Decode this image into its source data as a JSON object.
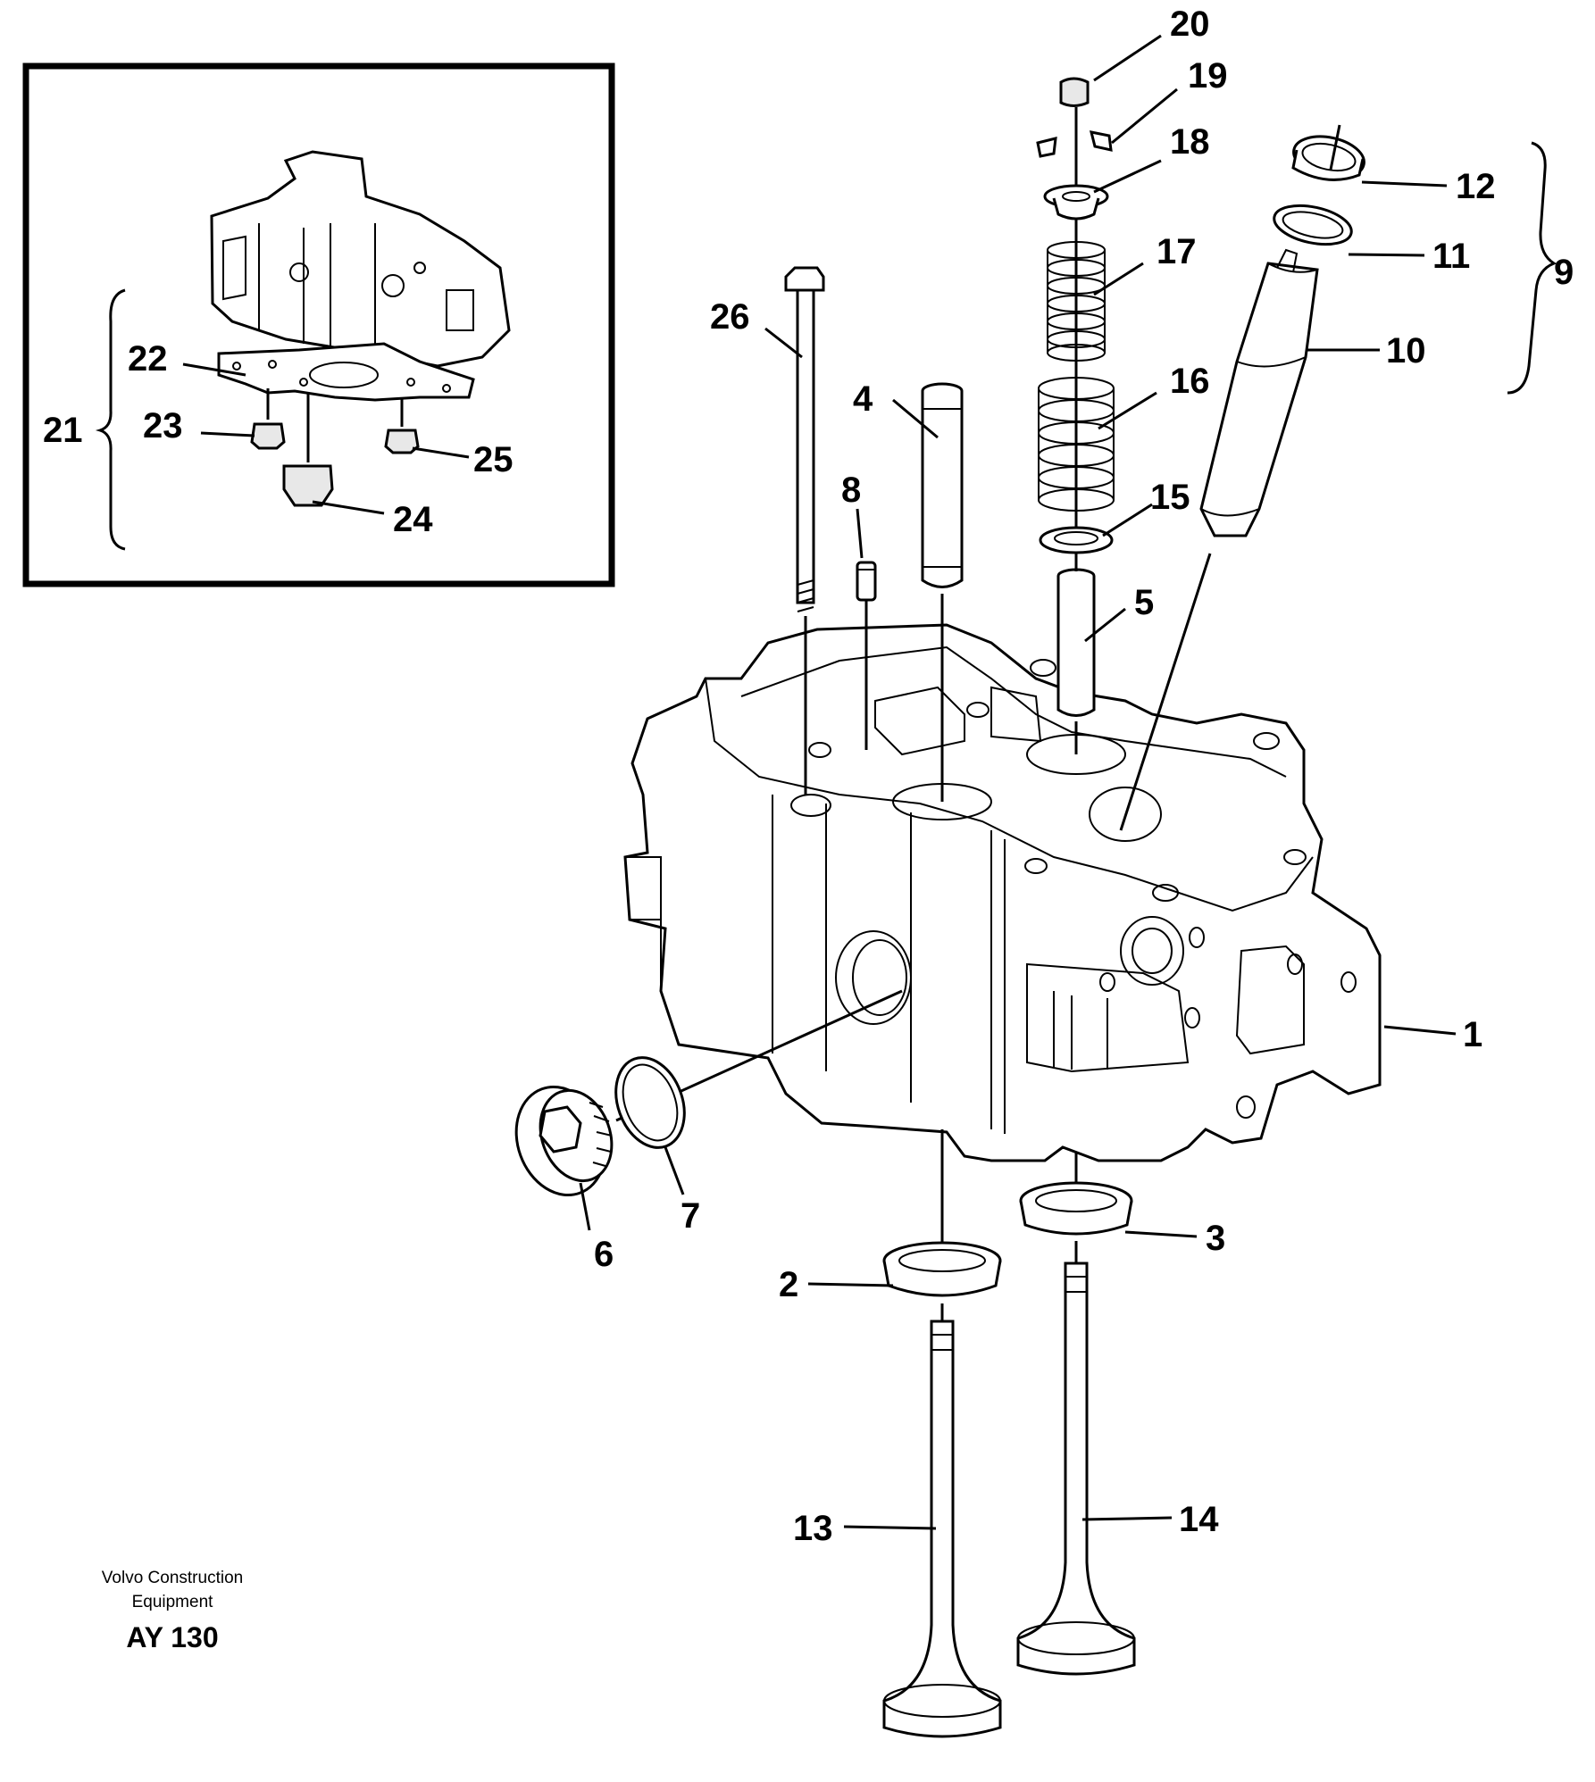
{
  "callouts": {
    "c1": "1",
    "c2": "2",
    "c3": "3",
    "c4": "4",
    "c5": "5",
    "c6": "6",
    "c7": "7",
    "c8": "8",
    "c9": "9",
    "c10": "10",
    "c11": "11",
    "c12": "12",
    "c13": "13",
    "c14": "14",
    "c15": "15",
    "c16": "16",
    "c17": "17",
    "c18": "18",
    "c19": "19",
    "c20": "20",
    "c21": "21",
    "c22": "22",
    "c23": "23",
    "c24": "24",
    "c25": "25",
    "c26": "26"
  },
  "caption": {
    "line1": "Volvo Construction",
    "line2": "Equipment",
    "code": "AY 130"
  }
}
